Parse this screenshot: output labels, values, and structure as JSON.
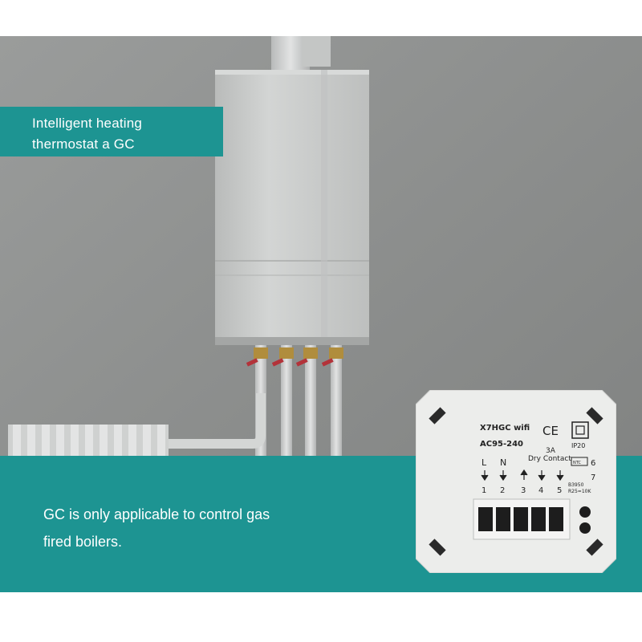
{
  "colors": {
    "banner": "#1d9492",
    "wall": "#8e9090",
    "boiler": "#c9cbca",
    "module": "#ebecea",
    "text": "#ffffff"
  },
  "top_banner": {
    "line1": "Intelligent heating",
    "line2": "thermostat a GC"
  },
  "bottom_banner": {
    "line1": "GC is only applicable to control gas",
    "line2": "fired boilers."
  },
  "module": {
    "model": "X7HGC wifi",
    "voltage": "AC95-240",
    "ce_mark": "CE",
    "ip_rating": "IP20",
    "current": "3A",
    "contact": "Dry Contact",
    "label_l": "L",
    "label_n": "N",
    "terminals": [
      "1",
      "2",
      "3",
      "4",
      "5"
    ],
    "ntc_label": "NTC",
    "ntc_6": "6",
    "ntc_7": "7",
    "sensor_b": "B3950",
    "sensor_r": "R25=10K"
  }
}
